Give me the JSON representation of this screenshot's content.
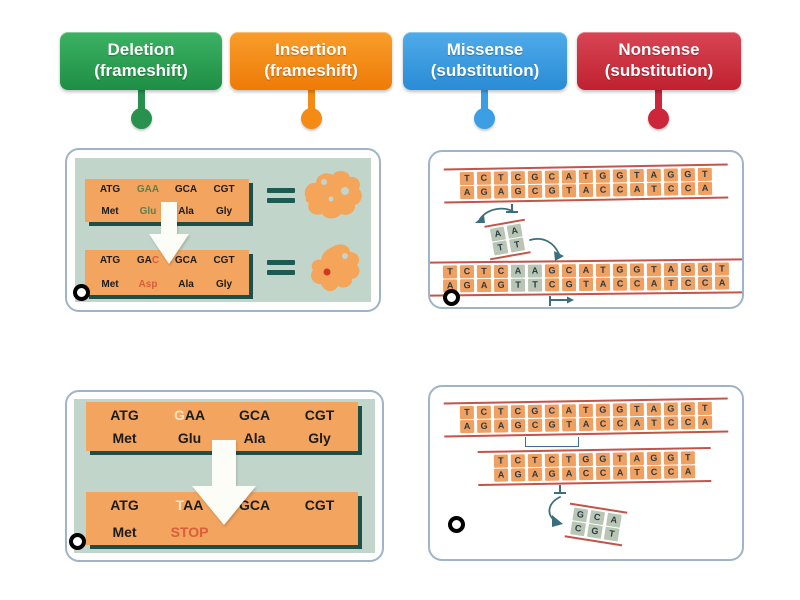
{
  "labels": [
    {
      "line1": "Deletion",
      "line2": "(frameshift)",
      "color_top": "#3cb264",
      "color_bottom": "#1e8e44",
      "pin": "#27914d"
    },
    {
      "line1": "Insertion",
      "line2": "(frameshift)",
      "color_top": "#f99d2b",
      "color_bottom": "#ee7b06",
      "pin": "#f58a14"
    },
    {
      "line1": "Missense",
      "line2": "(substitution)",
      "color_top": "#4fabe9",
      "color_bottom": "#2a8cd6",
      "pin": "#3d9fe3"
    },
    {
      "line1": "Nonsense",
      "line2": "(substitution)",
      "color_top": "#d84554",
      "color_bottom": "#c0212f",
      "pin": "#cb2639"
    }
  ],
  "panels": {
    "missense": {
      "before": {
        "codons": [
          [
            [
              "ATG",
              "dark"
            ]
          ],
          [
            [
              "GAA",
              "green"
            ]
          ],
          [
            [
              "GCA",
              "dark"
            ]
          ],
          [
            [
              "CGT",
              "dark"
            ]
          ]
        ],
        "aminos": [
          [
            [
              "Met",
              "dark"
            ]
          ],
          [
            [
              "Glu",
              "green"
            ]
          ],
          [
            [
              "Ala",
              "dark"
            ]
          ],
          [
            [
              "Gly",
              "dark"
            ]
          ]
        ]
      },
      "after": {
        "codons": [
          [
            [
              "ATG",
              "dark"
            ]
          ],
          [
            [
              "GA",
              "dark"
            ],
            [
              "C",
              "red"
            ]
          ],
          [
            [
              "GCA",
              "dark"
            ]
          ],
          [
            [
              "CGT",
              "dark"
            ]
          ]
        ],
        "aminos": [
          [
            [
              "Met",
              "dark"
            ]
          ],
          [
            [
              "Asp",
              "red"
            ]
          ],
          [
            [
              "Ala",
              "dark"
            ]
          ],
          [
            [
              "Gly",
              "dark"
            ]
          ]
        ]
      }
    },
    "nonsense": {
      "before": {
        "codons": [
          [
            [
              "ATG",
              "dark"
            ]
          ],
          [
            [
              "G",
              "pale"
            ],
            [
              "AA",
              "dark"
            ]
          ],
          [
            [
              "GCA",
              "dark"
            ]
          ],
          [
            [
              "CGT",
              "dark"
            ]
          ]
        ],
        "aminos": [
          [
            [
              "Met",
              "dark"
            ]
          ],
          [
            [
              "Glu",
              "dark"
            ]
          ],
          [
            [
              "Ala",
              "dark"
            ]
          ],
          [
            [
              "Gly",
              "dark"
            ]
          ]
        ]
      },
      "after": {
        "codons": [
          [
            [
              "ATG",
              "dark"
            ]
          ],
          [
            [
              "T",
              "pale"
            ],
            [
              "AA",
              "dark"
            ]
          ],
          [
            [
              "GCA",
              "dark"
            ]
          ],
          [
            [
              "CGT",
              "dark"
            ]
          ]
        ],
        "aminos": [
          [
            [
              "Met",
              "dark"
            ]
          ],
          [
            [
              "STOP",
              "red"
            ]
          ],
          [],
          []
        ]
      }
    },
    "insertion": {
      "before": {
        "top": "TCTCGCATGGTAGGT",
        "bottom": "AGAGCGTACCATCCA",
        "gray_cols": []
      },
      "insert": {
        "top": "AA",
        "bottom": "TT",
        "gray_cols": [
          0,
          1
        ]
      },
      "after": {
        "top": "TCTCAAGCATGGTAGGT",
        "bottom": "AGAGTTCGTACCATCCA",
        "gray_cols": [
          4,
          5
        ]
      }
    },
    "deletion": {
      "before": {
        "top": "TCTCGCATGGTAGGT",
        "bottom": "AGAGCGTACCATCCA",
        "gray_cols": []
      },
      "after": {
        "top": "TCTCTGGTAGGT",
        "bottom": "AGAGACCATCCA",
        "gray_cols": []
      },
      "removed": {
        "top": "GCA",
        "bottom": "CGT",
        "gray_cols": [
          0,
          1,
          2
        ]
      }
    }
  },
  "colors": {
    "palette": {
      "dark": "#1c1c1c",
      "green": "#5c7f4d",
      "red": "#d85f3a",
      "pale": "#f3e3c2"
    },
    "panel_border": "#9fb4c9",
    "panel_teal": "#c2d5cb",
    "codon_box": "#f3a45e",
    "codon_shadow": "#1d4f48",
    "dna_box": "#f0a061",
    "dna_gray": "#b9c6b5",
    "backbone": "#c25449",
    "equals": "#1d5a52",
    "protein": "#f5a55a",
    "mutation_dot": "#cc3b1e",
    "arrow": "#3c6f7d",
    "marker": "#000000"
  }
}
